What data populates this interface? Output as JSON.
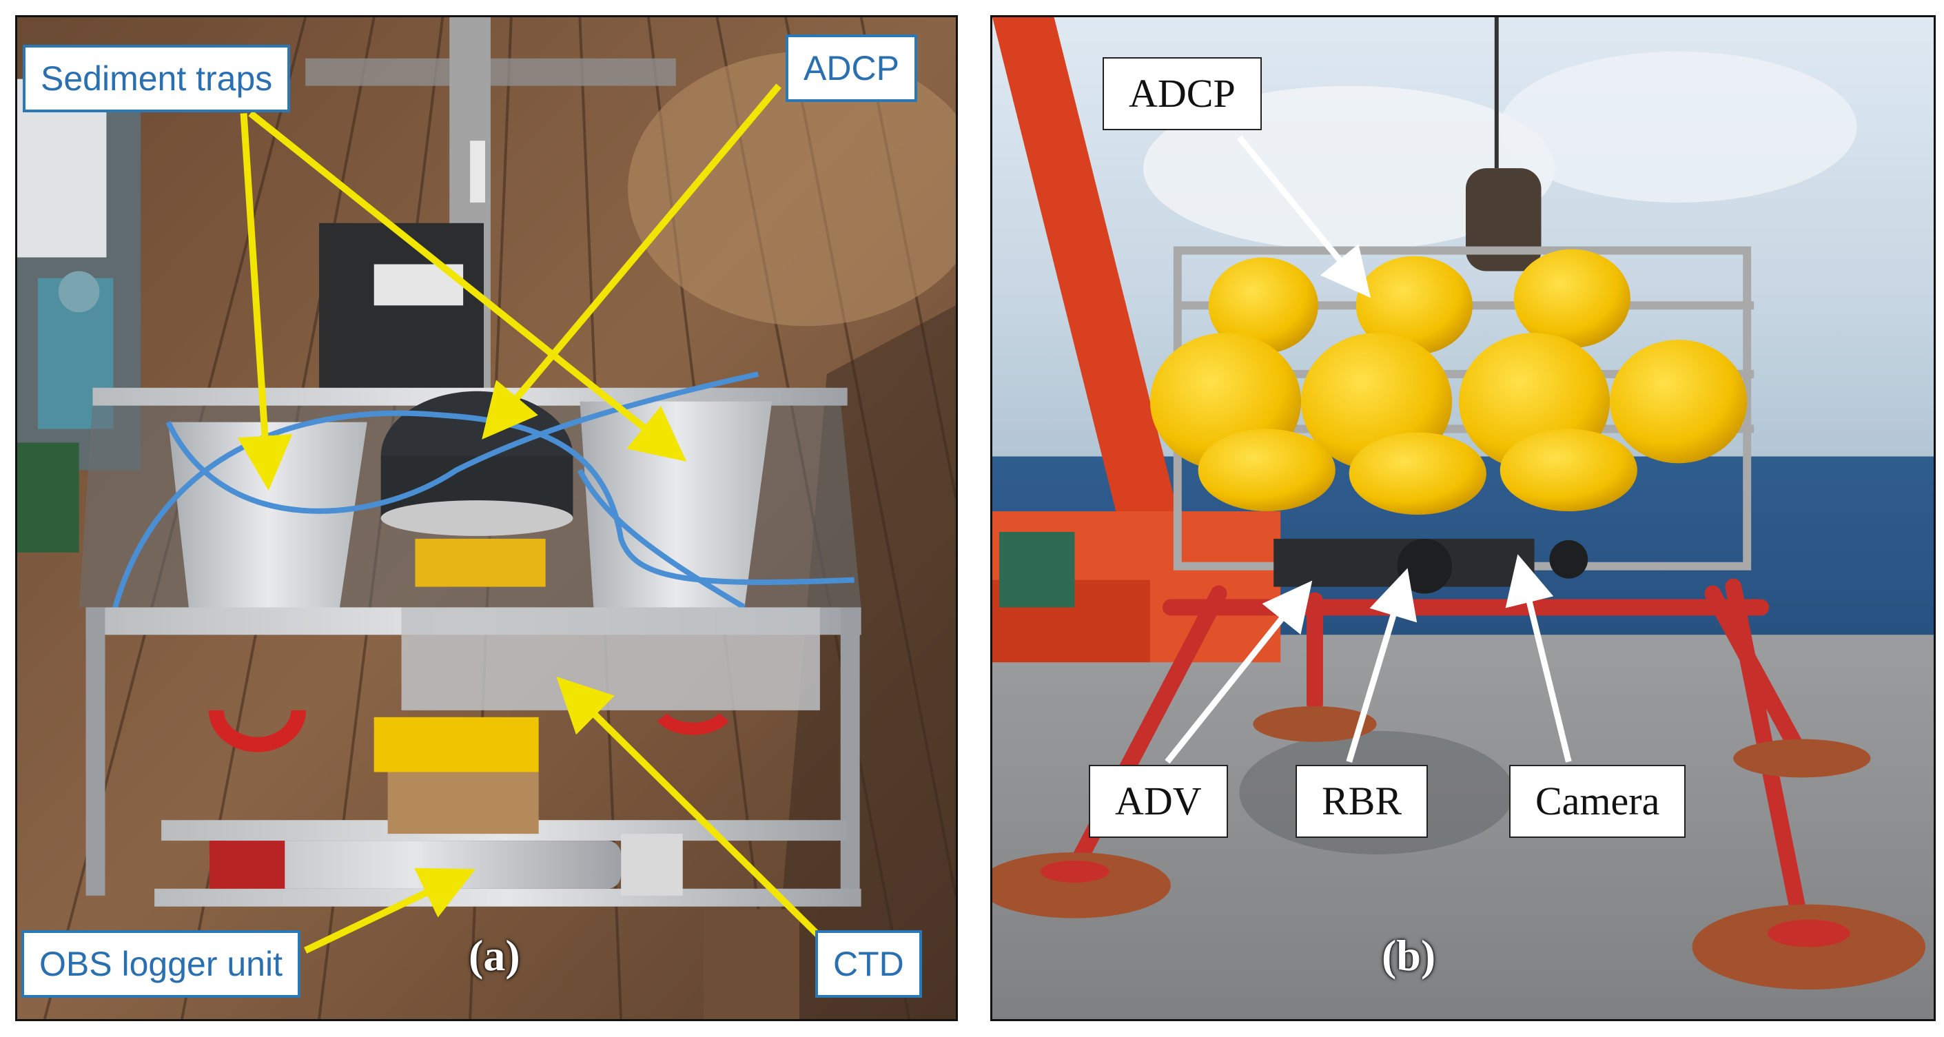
{
  "panel_a": {
    "label": "(a)",
    "callouts": {
      "sediment_traps": "Sediment traps",
      "adcp": "ADCP",
      "obs_logger": "OBS logger unit",
      "ctd": "CTD"
    },
    "colors": {
      "callout_border": "#2a78b5",
      "callout_text": "#2a6fb0",
      "arrow": "#f2e600"
    }
  },
  "panel_b": {
    "label": "(b)",
    "callouts": {
      "adcp": "ADCP",
      "adv": "ADV",
      "rbr": "RBR",
      "camera": "Camera"
    },
    "colors": {
      "callout_border": "#222222",
      "arrow": "#ffffff",
      "buoy": "#f5c400",
      "frame": "#d0322a"
    }
  }
}
